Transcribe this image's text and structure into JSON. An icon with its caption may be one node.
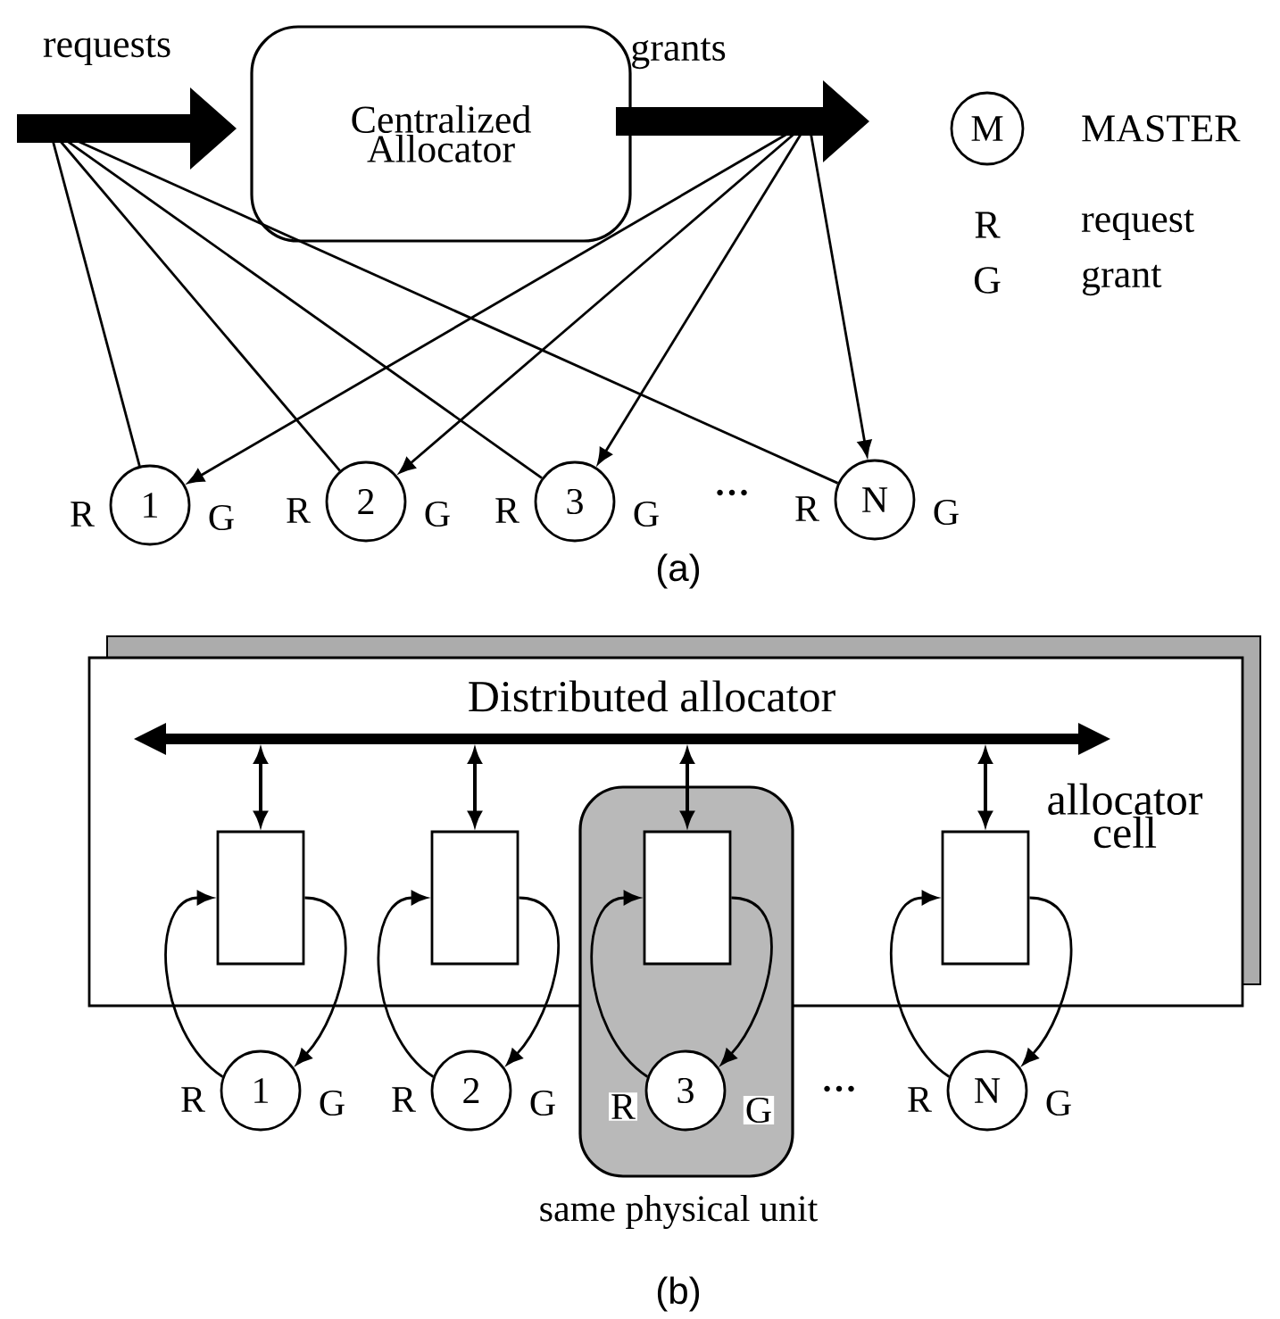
{
  "diagram": {
    "nodes": [
      {
        "text": [
          "Centralized Allocator"
        ]
      },
      {
        "text": [
          "requests"
        ]
      },
      {
        "text": [
          "grants"
        ]
      },
      {
        "text": [
          "1"
        ],
        "beside": [
          "R",
          "G"
        ]
      },
      {
        "text": [
          "2"
        ],
        "beside": [
          "R",
          "G"
        ]
      },
      {
        "text": [
          "3"
        ],
        "beside": [
          "R",
          "G"
        ]
      },
      {
        "text": [
          "N"
        ],
        "beside": [
          "R",
          "G"
        ]
      },
      {
        "text": [
          "Distributed allocator"
        ]
      },
      {
        "text": [],
        "shape": "bar",
        "in": 7
      },
      {
        "text": [],
        "shape": "box",
        "in": 7
      },
      {
        "text": [],
        "shape": "box",
        "in": 7
      },
      {
        "text": [
          "same physical unit"
        ]
      },
      {
        "text": [],
        "shape": "box"
      },
      {
        "text": [],
        "shape": "box",
        "in": 7,
        "beside": [
          "allocator cell"
        ]
      },
      {
        "text": [
          "1"
        ],
        "beside": [
          "R",
          "G"
        ]
      },
      {
        "text": [
          "2"
        ],
        "beside": [
          "R",
          "G"
        ]
      },
      {
        "text": [
          "3"
        ],
        "in": 11
      },
      {
        "text": [
          "N"
        ],
        "beside": [
          "R",
          "G"
        ]
      }
    ],
    "edges": [
      {
        "from": 3,
        "to": 1,
        "arrow": "none"
      },
      {
        "from": 4,
        "to": 1,
        "arrow": "none"
      },
      {
        "from": 5,
        "to": 1,
        "arrow": "none"
      },
      {
        "from": 6,
        "to": 1,
        "arrow": "none"
      },
      {
        "from": 2,
        "to": 3,
        "arrow": "to"
      },
      {
        "from": 2,
        "to": 4,
        "arrow": "to"
      },
      {
        "from": 2,
        "to": 5,
        "arrow": "to"
      },
      {
        "from": 2,
        "to": 6,
        "arrow": "to"
      },
      {
        "from": 8,
        "to": 9,
        "arrow": "both"
      },
      {
        "from": 8,
        "to": 10,
        "arrow": "both"
      },
      {
        "from": 8,
        "to": 12,
        "arrow": "both"
      },
      {
        "from": 8,
        "to": 13,
        "arrow": "both"
      },
      {
        "from": 14,
        "to": 9,
        "arrow": "to"
      },
      {
        "from": 9,
        "to": 14,
        "arrow": "to"
      },
      {
        "from": 15,
        "to": 10,
        "arrow": "to"
      },
      {
        "from": 10,
        "to": 15,
        "arrow": "to"
      },
      {
        "from": 16,
        "to": 12,
        "arrow": "to"
      },
      {
        "from": 12,
        "to": 16,
        "arrow": "to"
      },
      {
        "from": 17,
        "to": 13,
        "arrow": "to"
      },
      {
        "from": 13,
        "to": 17,
        "arrow": "to"
      }
    ],
    "labels": [
      "M",
      "R",
      "G",
      "…",
      "(a)",
      "R",
      "G",
      "…",
      "(b)"
    ],
    "legend": [
      {
        "text": "MASTER"
      },
      {
        "text": "request"
      },
      {
        "text": "grant"
      }
    ]
  }
}
